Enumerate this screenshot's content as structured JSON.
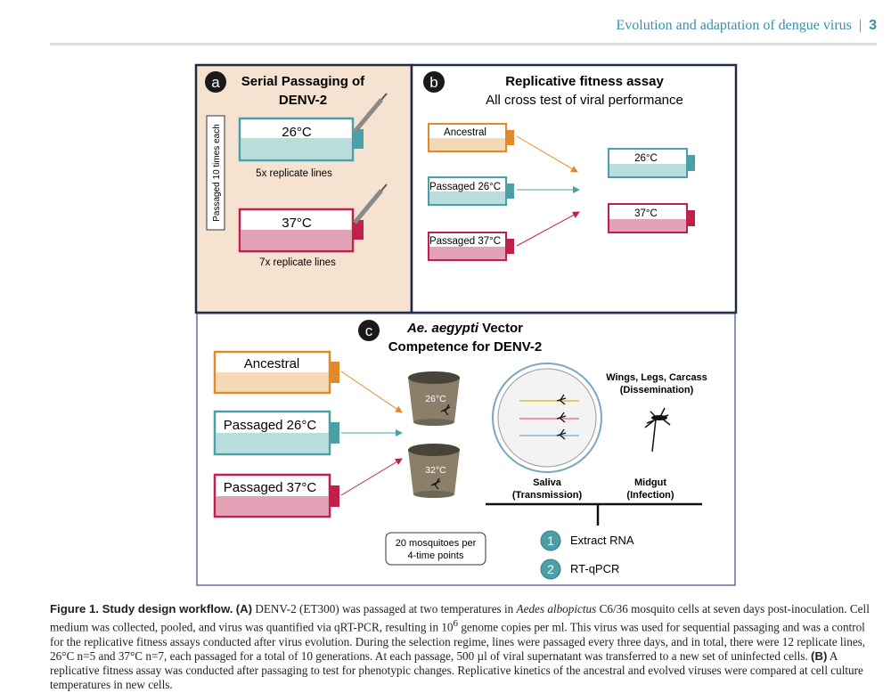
{
  "header": {
    "running_title": "Evolution and adaptation of dengue virus",
    "page_number": "3"
  },
  "panel_a": {
    "letter": "a",
    "title_line1": "Serial Passaging of",
    "title_line2": "DENV-2",
    "side_label": "Passaged 10 times each",
    "flask_26": "26°C",
    "flask_26_note": "5x replicate lines",
    "flask_37": "37°C",
    "flask_37_note": "7x replicate lines"
  },
  "panel_b": {
    "letter": "b",
    "title": "Replicative fitness assay",
    "subtitle": "All cross test of viral performance",
    "inputs": [
      "Ancestral",
      "Passaged 26°C",
      "Passaged 37°C"
    ],
    "outputs": [
      "26°C",
      "37°C"
    ]
  },
  "panel_c": {
    "letter": "c",
    "title_italic": "Ae. aegypti",
    "title_rest": " Vector",
    "title_line2": "Competence for DENV-2",
    "inputs": [
      "Ancestral",
      "Passaged 26°C",
      "Passaged 37°C"
    ],
    "cup_26": "26°C",
    "cup_32": "32°C",
    "dissemination_line1": "Wings, Legs, Carcass",
    "dissemination_line2": "(Dissemination)",
    "saliva_line1": "Saliva",
    "saliva_line2": "(Transmission)",
    "midgut_line1": "Midgut",
    "midgut_line2": "(Infection)",
    "mosq_line1": "20 mosquitoes per",
    "mosq_line2": "4-time points",
    "steps": [
      {
        "n": "1",
        "label": "Extract RNA"
      },
      {
        "n": "2",
        "label": "RT-qPCR"
      }
    ]
  },
  "colors": {
    "orange": "#e08a2c",
    "teal": "#4aa0a6",
    "crimson": "#c0204a",
    "panel_a_bg": "#f6e2d0",
    "header_teal": "#3a8fa8"
  },
  "caption": {
    "lead": "Figure 1. Study design workflow.",
    "a_label": "(A)",
    "t1": " DENV-2 (ET300) was passaged at two temperatures in ",
    "species": "Aedes albopictus",
    "t2": " C6/36 mosquito cells at seven days post-inoculation. Cell medium was collected, pooled, and virus was quantified via qRT-PCR, resulting in 10",
    "sup": "6",
    "t3": " genome copies per ml. This virus was used for sequential passaging and was a control for the replicative fitness assays conducted after virus evolution. During the selection regime, lines were passaged every three days, and in total, there were 12 replicate lines, 26°C n=5 and 37°C n=7, each passaged for a total of 10 generations. At each passage, 500 µl of viral supernatant was transferred to a new set of uninfected cells. ",
    "b_label": "(B)",
    "t4": " A replicative fitness assay was conducted after passaging to test for phenotypic changes. Replicative kinetics of the ancestral and evolved viruses were compared at cell culture temperatures in new cells."
  }
}
